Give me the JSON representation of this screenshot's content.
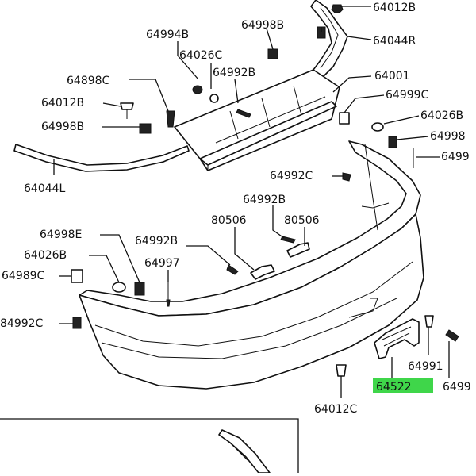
{
  "diagram": {
    "highlight_color": "#3fd64a",
    "labels": {
      "p64012B_top": "64012B",
      "p64998B_top": "64998B",
      "p64994B": "64994B",
      "p64044R": "64044R",
      "p64026C": "64026C",
      "p64992B_top": "64992B",
      "p64898C": "64898C",
      "p64001": "64001",
      "p64012B_left": "64012B",
      "p64999C_top": "64999C",
      "p64998B_left": "64998B",
      "p64026B_right": "64026B",
      "p64998_right": "64998",
      "p6499_right": "6499",
      "p64044L": "64044L",
      "p64992C_mid": "64992C",
      "p64992B_mid": "64992B",
      "p80506_a": "80506",
      "p80506_b": "80506",
      "p64998E": "64998E",
      "p64992B_low": "64992B",
      "p64026B_left": "64026B",
      "p64997": "64997",
      "p64989C": "64989C",
      "p64992C_low": "84992C",
      "p64991": "64991",
      "p64522": "64522",
      "p6499_bottom": "6499",
      "p64012C": "64012C"
    }
  }
}
